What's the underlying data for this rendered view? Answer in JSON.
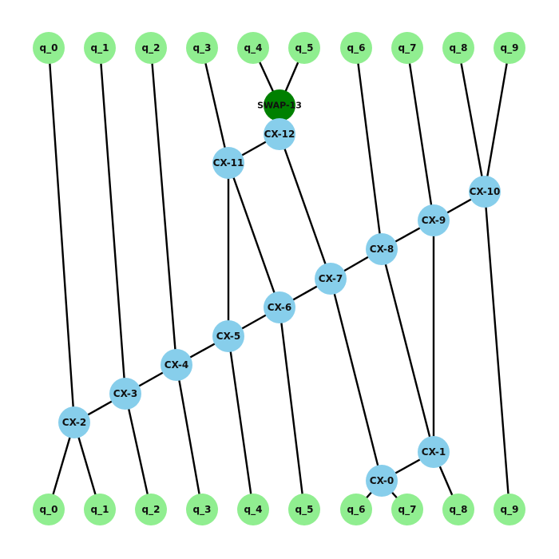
{
  "colors": {
    "qubit_node": "#90ee90",
    "cx_node": "#87ceeb",
    "swap_node": "#008000",
    "edge": "#000000"
  },
  "nodes": [
    {
      "id": "in_q0",
      "label": "q_0",
      "kind": "qubit"
    },
    {
      "id": "in_q1",
      "label": "q_1",
      "kind": "qubit"
    },
    {
      "id": "in_q2",
      "label": "q_2",
      "kind": "qubit"
    },
    {
      "id": "in_q3",
      "label": "q_3",
      "kind": "qubit"
    },
    {
      "id": "in_q4",
      "label": "q_4",
      "kind": "qubit"
    },
    {
      "id": "in_q5",
      "label": "q_5",
      "kind": "qubit"
    },
    {
      "id": "in_q6",
      "label": "q_6",
      "kind": "qubit"
    },
    {
      "id": "in_q7",
      "label": "q_7",
      "kind": "qubit"
    },
    {
      "id": "in_q8",
      "label": "q_8",
      "kind": "qubit"
    },
    {
      "id": "in_q9",
      "label": "q_9",
      "kind": "qubit"
    },
    {
      "id": "swap13",
      "label": "SWAP-13",
      "kind": "swap"
    },
    {
      "id": "cx12",
      "label": "CX-12",
      "kind": "cx"
    },
    {
      "id": "cx11",
      "label": "CX-11",
      "kind": "cx"
    },
    {
      "id": "cx10",
      "label": "CX-10",
      "kind": "cx"
    },
    {
      "id": "cx9",
      "label": "CX-9",
      "kind": "cx"
    },
    {
      "id": "cx8",
      "label": "CX-8",
      "kind": "cx"
    },
    {
      "id": "cx7",
      "label": "CX-7",
      "kind": "cx"
    },
    {
      "id": "cx6",
      "label": "CX-6",
      "kind": "cx"
    },
    {
      "id": "cx5",
      "label": "CX-5",
      "kind": "cx"
    },
    {
      "id": "cx4",
      "label": "CX-4",
      "kind": "cx"
    },
    {
      "id": "cx3",
      "label": "CX-3",
      "kind": "cx"
    },
    {
      "id": "cx2",
      "label": "CX-2",
      "kind": "cx"
    },
    {
      "id": "cx1",
      "label": "CX-1",
      "kind": "cx"
    },
    {
      "id": "cx0",
      "label": "CX-0",
      "kind": "cx"
    },
    {
      "id": "out_q0",
      "label": "q_0",
      "kind": "qubit"
    },
    {
      "id": "out_q1",
      "label": "q_1",
      "kind": "qubit"
    },
    {
      "id": "out_q2",
      "label": "q_2",
      "kind": "qubit"
    },
    {
      "id": "out_q3",
      "label": "q_3",
      "kind": "qubit"
    },
    {
      "id": "out_q4",
      "label": "q_4",
      "kind": "qubit"
    },
    {
      "id": "out_q5",
      "label": "q_5",
      "kind": "qubit"
    },
    {
      "id": "out_q6",
      "label": "q_6",
      "kind": "qubit"
    },
    {
      "id": "out_q7",
      "label": "q_7",
      "kind": "qubit"
    },
    {
      "id": "out_q8",
      "label": "q_8",
      "kind": "qubit"
    },
    {
      "id": "out_q9",
      "label": "q_9",
      "kind": "qubit"
    }
  ],
  "edges": [
    [
      "in_q0",
      "cx2"
    ],
    [
      "in_q1",
      "cx3"
    ],
    [
      "in_q2",
      "cx4"
    ],
    [
      "in_q3",
      "cx11"
    ],
    [
      "in_q4",
      "swap13"
    ],
    [
      "in_q5",
      "swap13"
    ],
    [
      "in_q6",
      "cx8"
    ],
    [
      "in_q7",
      "cx9"
    ],
    [
      "in_q8",
      "cx10"
    ],
    [
      "in_q9",
      "cx10"
    ],
    [
      "swap13",
      "cx12"
    ],
    [
      "cx12",
      "cx11"
    ],
    [
      "cx12",
      "cx7"
    ],
    [
      "cx11",
      "cx5"
    ],
    [
      "cx11",
      "cx6"
    ],
    [
      "cx10",
      "cx9"
    ],
    [
      "cx10",
      "out_q9"
    ],
    [
      "cx9",
      "cx8"
    ],
    [
      "cx9",
      "cx1"
    ],
    [
      "cx8",
      "cx7"
    ],
    [
      "cx8",
      "cx1"
    ],
    [
      "cx7",
      "cx6"
    ],
    [
      "cx7",
      "cx0"
    ],
    [
      "cx6",
      "cx5"
    ],
    [
      "cx6",
      "out_q5"
    ],
    [
      "cx5",
      "cx4"
    ],
    [
      "cx5",
      "out_q4"
    ],
    [
      "cx4",
      "cx3"
    ],
    [
      "cx4",
      "out_q3"
    ],
    [
      "cx3",
      "cx2"
    ],
    [
      "cx3",
      "out_q2"
    ],
    [
      "cx2",
      "out_q0"
    ],
    [
      "cx2",
      "out_q1"
    ],
    [
      "cx1",
      "cx0"
    ],
    [
      "cx1",
      "out_q8"
    ],
    [
      "cx0",
      "out_q6"
    ],
    [
      "cx0",
      "out_q7"
    ]
  ]
}
